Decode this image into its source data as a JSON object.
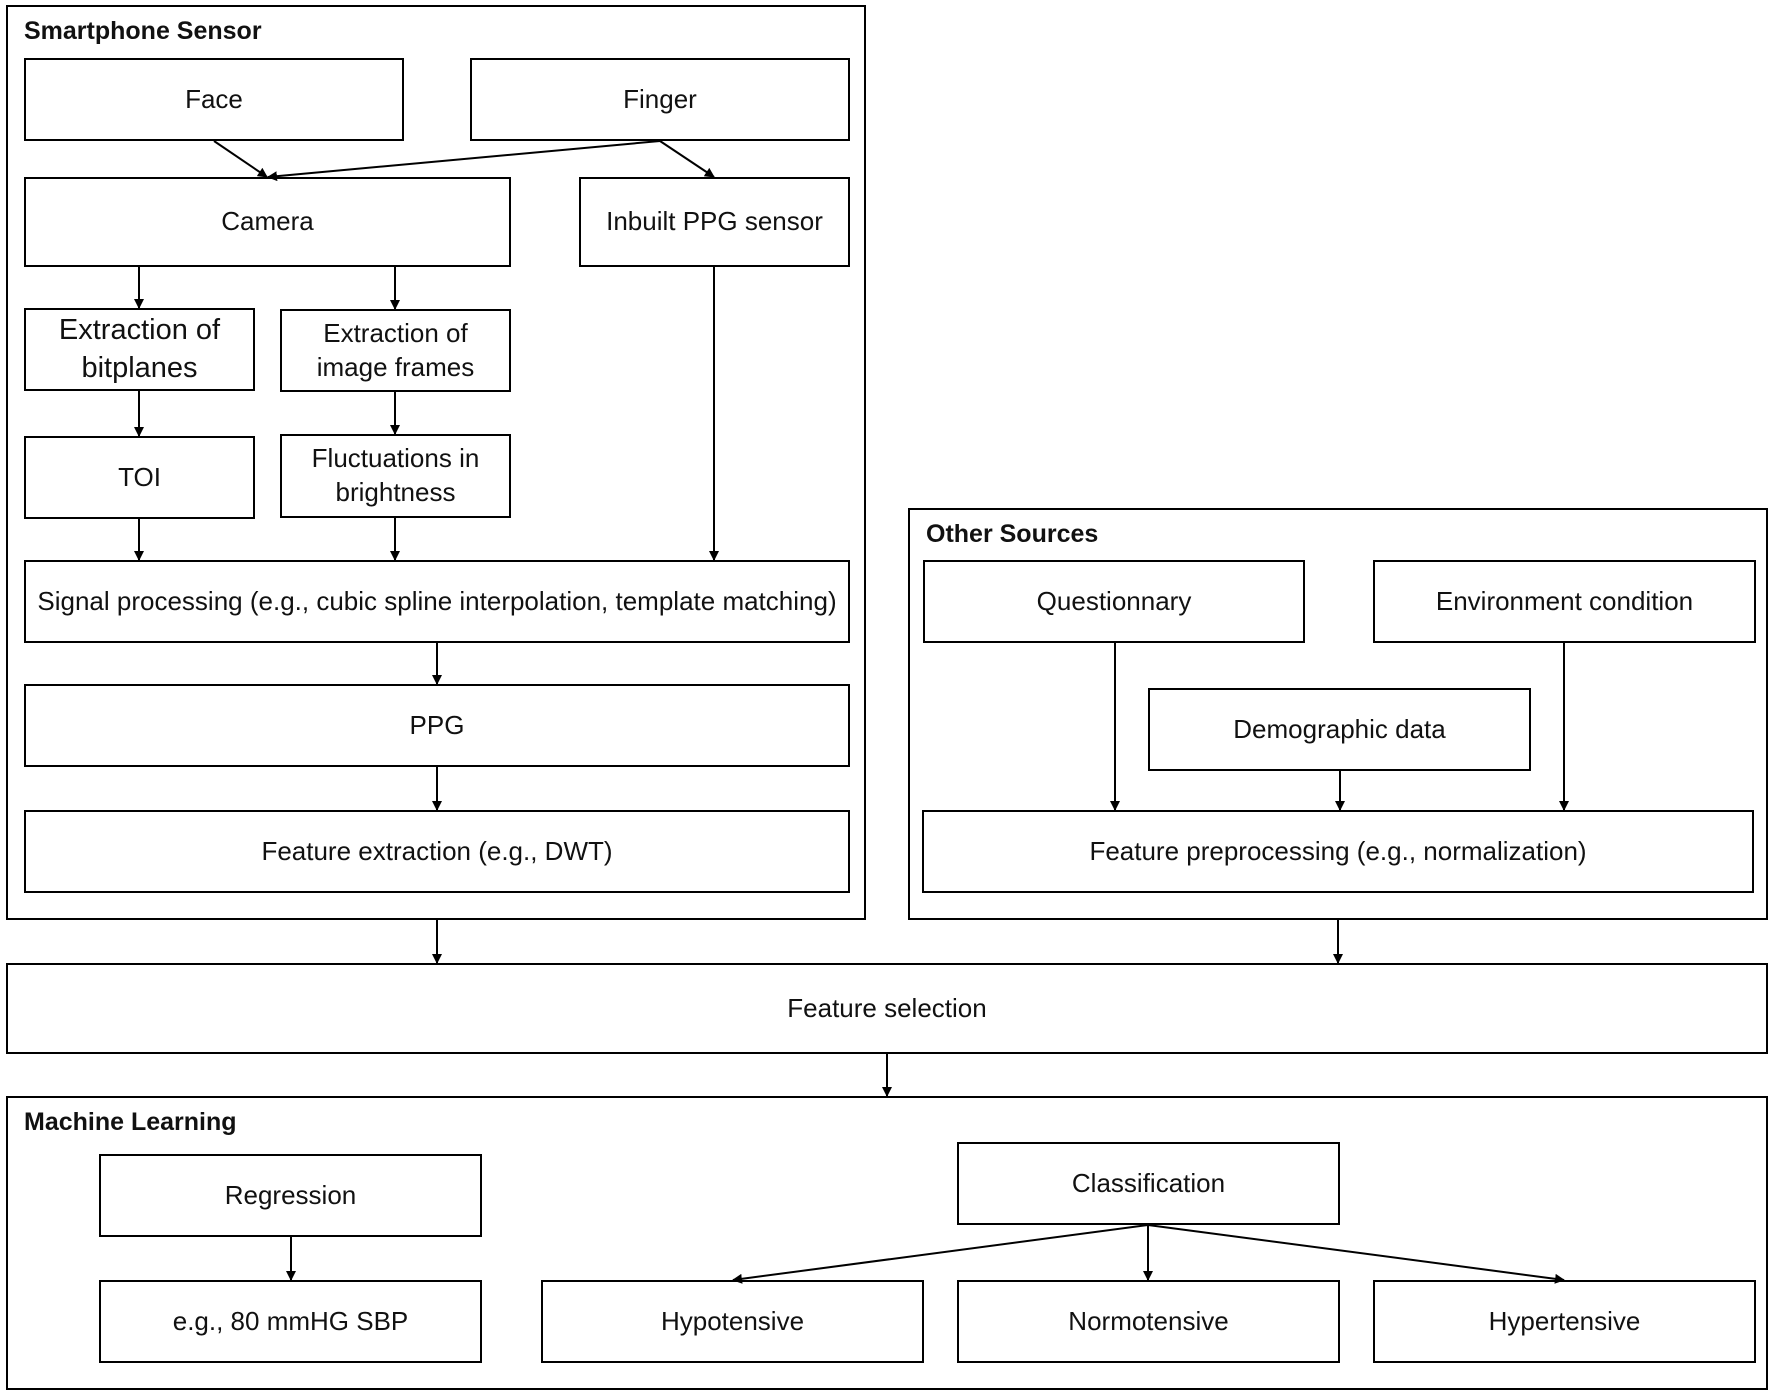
{
  "groups": {
    "smartphone": "Smartphone Sensor",
    "other": "Other Sources",
    "ml": "Machine Learning"
  },
  "nodes": {
    "face": "Face",
    "finger": "Finger",
    "camera": "Camera",
    "ppg_sensor": "Inbuilt PPG sensor",
    "bitplanes": "Extraction of bitplanes",
    "frames": "Extraction of image frames",
    "toi": "TOI",
    "brightness": "Fluctuations in brightness",
    "signal": "Signal processing (e.g., cubic spline interpolation, template matching)",
    "ppg": "PPG",
    "feat_extract": "Feature extraction (e.g., DWT)",
    "questionnary": "Questionnary",
    "environment": "Environment condition",
    "demographic": "Demographic data",
    "feat_pre": "Feature preprocessing (e.g., normalization)",
    "feat_sel": "Feature selection",
    "regression": "Regression",
    "sbp": "e.g., 80 mmHG SBP",
    "classification": "Classification",
    "hypo": "Hypotensive",
    "normo": "Normotensive",
    "hyper": "Hypertensive"
  }
}
